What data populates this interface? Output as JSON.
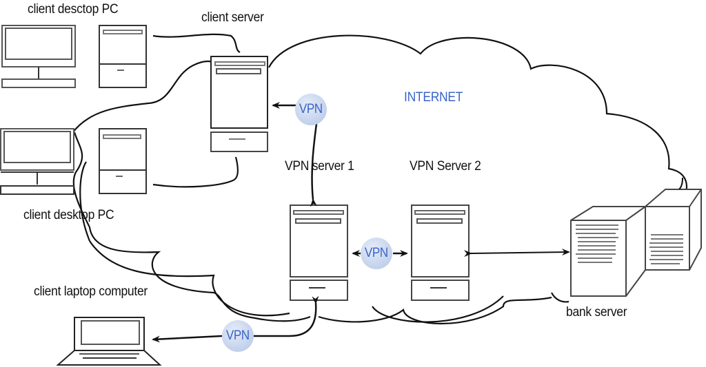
{
  "diagram": {
    "title": "VPN network connecting clients to a bank server over the Internet",
    "cloud_label": "INTERNET",
    "nodes": [
      {
        "id": "desktop1",
        "label": "client desctop PC",
        "type": "desktop-pc"
      },
      {
        "id": "desktop2",
        "label": "client desktop PC",
        "type": "desktop-pc"
      },
      {
        "id": "client-server",
        "label": "client server",
        "type": "server"
      },
      {
        "id": "vpn1",
        "label": "VPN server 1",
        "type": "server"
      },
      {
        "id": "vpn2",
        "label": "VPN Server 2",
        "type": "server"
      },
      {
        "id": "bank",
        "label": "bank server",
        "type": "server-rack"
      },
      {
        "id": "laptop",
        "label": "client laptop computer",
        "type": "laptop"
      }
    ],
    "connections": [
      {
        "from": "desktop1",
        "to": "client-server",
        "label": ""
      },
      {
        "from": "desktop2",
        "to": "client-server",
        "label": ""
      },
      {
        "from": "vpn1",
        "to": "client-server",
        "label": "VPN"
      },
      {
        "from": "vpn1",
        "to": "vpn2",
        "label": "VPN"
      },
      {
        "from": "vpn2",
        "to": "bank",
        "label": ""
      },
      {
        "from": "vpn1",
        "to": "laptop",
        "label": "VPN"
      }
    ],
    "colors": {
      "accent_text": "#3a63c9",
      "vpn_badge_fill": "#c9d6ee",
      "line": "#111111",
      "device_outline": "#222222",
      "device_bar": "#888888"
    }
  }
}
